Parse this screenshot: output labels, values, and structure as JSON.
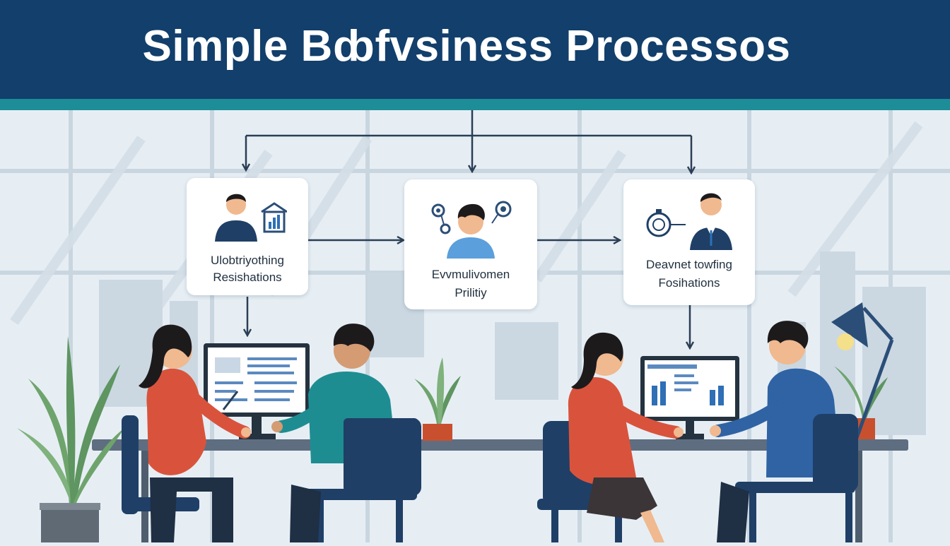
{
  "header": {
    "title": "Simple Bȸfvsiness Processos"
  },
  "steps": [
    {
      "line1": "Ulobtriyothing",
      "line2": "Resishations",
      "icon": "person-house-chart-icon"
    },
    {
      "line1": "Evvmulivomen",
      "line2": "Prilitiy",
      "icon": "person-gears-icon"
    },
    {
      "line1": "Deavnet towfing",
      "line2": "Fosihations",
      "icon": "businessman-stopwatch-icon"
    }
  ],
  "colors": {
    "header": "#123f6b",
    "stripe": "#1d8d98",
    "arrow": "#2b3e55",
    "card": "#ffffff"
  }
}
